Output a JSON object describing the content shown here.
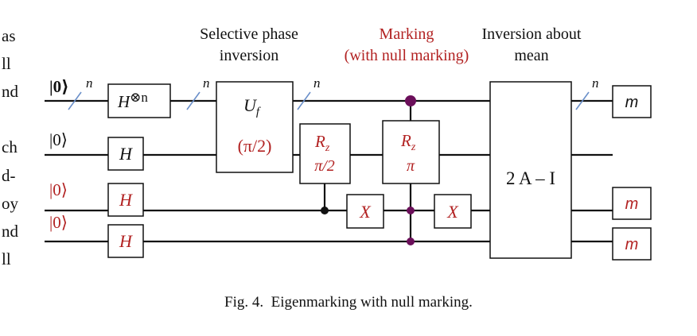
{
  "margin_text": [
    "as",
    "ll",
    "nd",
    "ch",
    "d-",
    "oy",
    "nd",
    "ll"
  ],
  "headers": {
    "selective_line1": "Selective phase",
    "selective_line2": "inversion",
    "marking_line1": "Marking",
    "marking_line2": "(with null marking)",
    "inversion_line1": "Inversion about",
    "inversion_line2": "mean"
  },
  "inputs": [
    "|0⟩",
    "|0⟩",
    "|0⟩",
    "|0⟩"
  ],
  "bus_label": "n",
  "gates": {
    "h_tensor_base": "H",
    "h_tensor_sup": "⊗n",
    "h": "H",
    "uf": "U",
    "uf_sub": "f",
    "uf_arg": "(π/2)",
    "rz1_name": "R",
    "rz1_sub": "z",
    "rz1_angle": "π/2",
    "rz2_name": "R",
    "rz2_sub": "z",
    "rz2_angle": "π",
    "x": "X",
    "diffusion": "2 A – I"
  },
  "measure_label": "m",
  "caption": "Fig. 4.  Eigenmarking with null marking.",
  "colors": {
    "accent_red": "#b22222",
    "control_purple": "#6b0f5a",
    "bus_slash": "#6a8fc9"
  }
}
